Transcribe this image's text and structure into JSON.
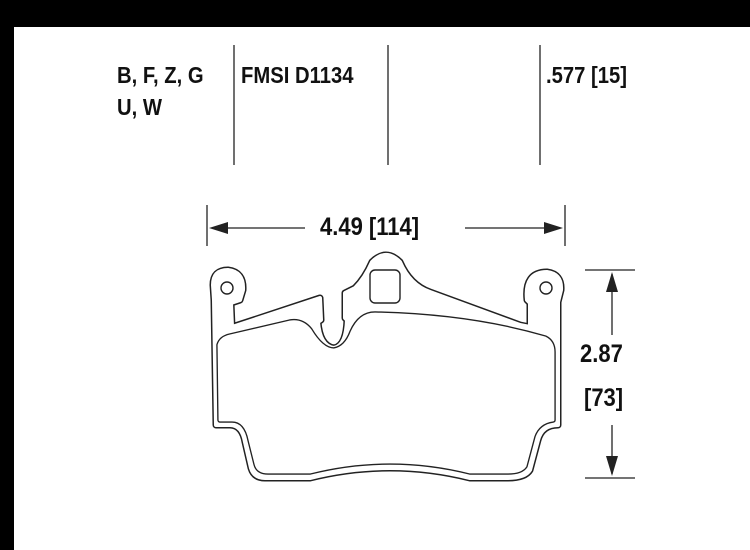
{
  "compounds_line1": "B, F, Z, G",
  "compounds_line2": "U, W",
  "fmsi": "FMSI D1134",
  "thickness": ".577 [15]",
  "width_dim": "4.49 [114]",
  "height_dim_in": "2.87",
  "height_dim_mm": "[73]"
}
